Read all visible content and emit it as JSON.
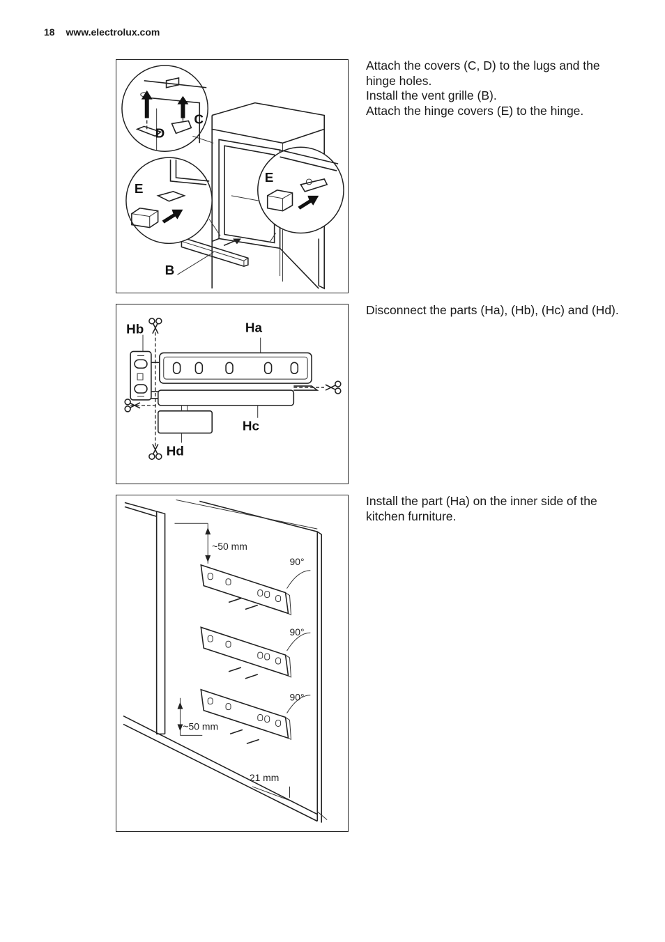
{
  "header": {
    "page_number": "18",
    "site": "www.electrolux.com"
  },
  "sections": [
    {
      "instructions": [
        "Attach the covers (C, D) to the lugs and the hinge holes.",
        "Install the vent grille (B).",
        "Attach the hinge covers (E) to the hinge."
      ],
      "labels": {
        "c": "C",
        "d": "D",
        "e_left": "E",
        "e_right": "E",
        "b": "B"
      }
    },
    {
      "instructions": [
        "Disconnect the parts (Ha), (Hb), (Hc) and (Hd)."
      ],
      "labels": {
        "ha": "Ha",
        "hb": "Hb",
        "hc": "Hc",
        "hd": "Hd"
      }
    },
    {
      "instructions": [
        "Install the part (Ha) on the inner side of the kitchen furniture."
      ],
      "labels": {
        "dim_top": "~50 mm",
        "dim_bottom": "~50 mm",
        "angle_1": "90°",
        "angle_2": "90°",
        "angle_3": "90°",
        "dim_depth": "21 mm"
      }
    }
  ]
}
